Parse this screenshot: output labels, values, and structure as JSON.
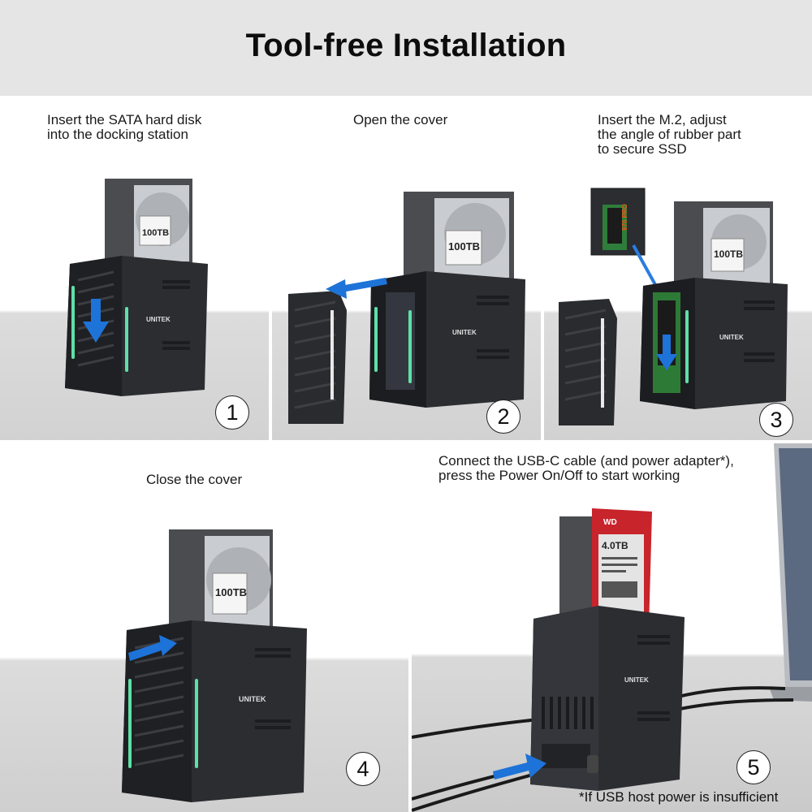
{
  "header": {
    "title": "Tool-free Installation"
  },
  "steps": [
    {
      "number": "1",
      "caption_lines": [
        "Insert the SATA hard disk",
        "into the docking station"
      ],
      "disk_label": "100TB",
      "brand": "UNITEK"
    },
    {
      "number": "2",
      "caption_lines": [
        "Open the cover"
      ],
      "disk_label": "100TB",
      "brand": "UNITEK"
    },
    {
      "number": "3",
      "caption_lines": [
        "Insert the M.2, adjust",
        "the angle of rubber part",
        "to secure SSD"
      ],
      "disk_label": "100TB",
      "brand": "UNITEK",
      "ssd_label": "970 PRO"
    },
    {
      "number": "4",
      "caption_lines": [
        "Close the cover"
      ],
      "disk_label": "100TB",
      "brand": "UNITEK"
    },
    {
      "number": "5",
      "caption_lines": [
        "Connect the USB-C cable (and power adapter*),",
        "press the Power On/Off to start working"
      ],
      "disk_label": "4.0TB",
      "disk_brand": "WD",
      "brand": "UNITEK",
      "footnote": "*If USB host power is insufficient"
    }
  ],
  "colors": {
    "header_bg": "#e5e5e5",
    "arrow": "#1e73d8",
    "led": "#5fe0a8",
    "device": "#2a2c30",
    "disk_red": "#c8242b"
  }
}
